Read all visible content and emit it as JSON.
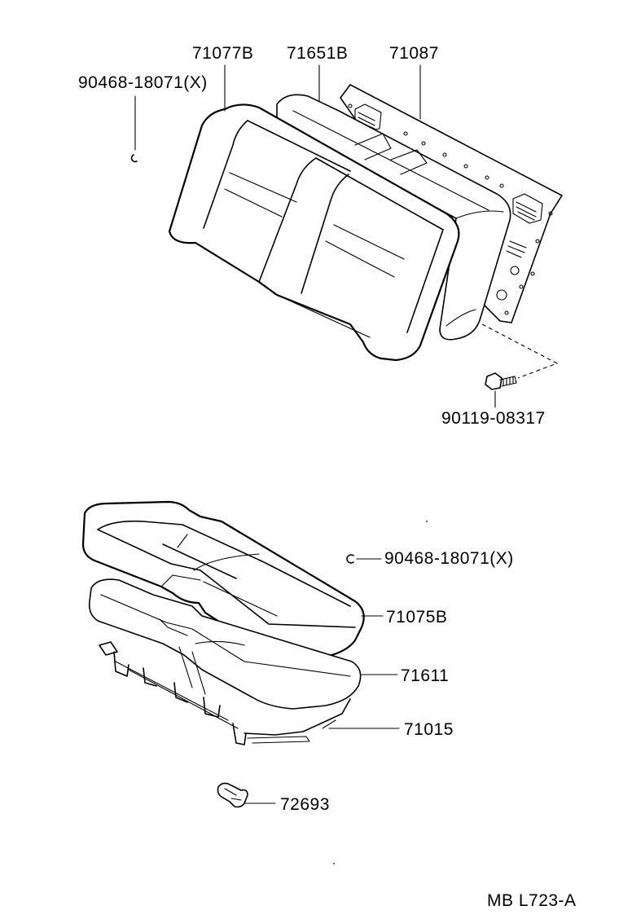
{
  "diagram": {
    "labels": {
      "backrest_cover": "71077B",
      "backrest_pad": "71651B",
      "backrest_frame": "71087",
      "clip_upper": "90468-18071(X)",
      "bolt": "90119-08317",
      "clip_lower": "90468-18071(X)",
      "cushion_cover": "71075B",
      "cushion_pad": "71611",
      "cushion_frame": "71015",
      "hook": "72693",
      "drawing_code": "MB L723-A"
    }
  }
}
